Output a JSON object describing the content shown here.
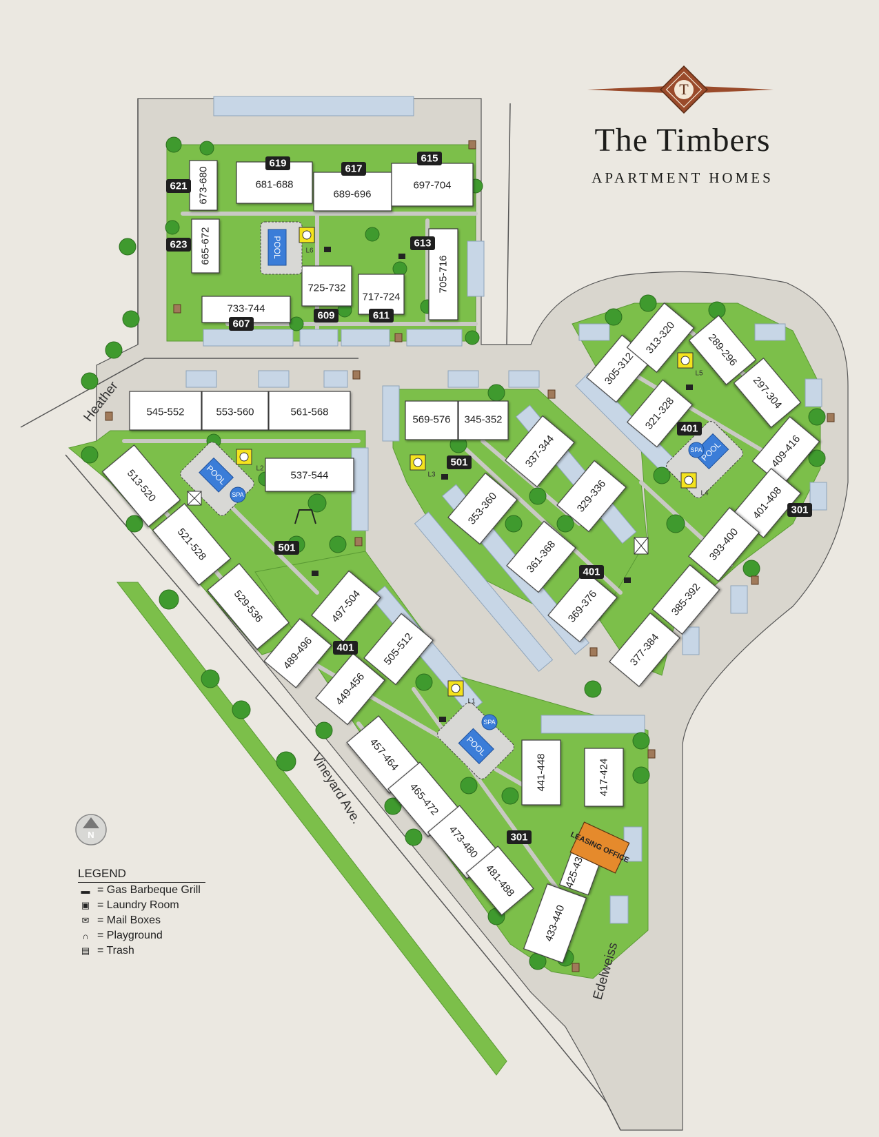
{
  "brand": {
    "title": "The Timbers",
    "subtitle": "APARTMENT HOMES",
    "logo_letter": "T"
  },
  "streets": {
    "heather": "Heather",
    "vineyard": "Vineyard Ave.",
    "edelweiss": "Edelweiss"
  },
  "buildings": [
    "673-680",
    "681-688",
    "689-696",
    "697-704",
    "665-672",
    "705-716",
    "725-732",
    "717-724",
    "733-744",
    "545-552",
    "553-560",
    "561-568",
    "537-544",
    "569-576",
    "345-352",
    "513-520",
    "521-528",
    "529-536",
    "489-496",
    "497-504",
    "505-512",
    "449-456",
    "457-464",
    "465-472",
    "473-480",
    "481-488",
    "441-448",
    "417-424",
    "425-432",
    "433-440",
    "337-344",
    "353-360",
    "329-336",
    "361-368",
    "369-376",
    "305-312",
    "313-320",
    "289-296",
    "297-304",
    "321-328",
    "409-416",
    "401-408",
    "393-400",
    "385-392",
    "377-384"
  ],
  "addresses": [
    "621",
    "619",
    "617",
    "615",
    "623",
    "613",
    "609",
    "611",
    "607",
    "501",
    "501",
    "401",
    "401",
    "401",
    "301",
    "301"
  ],
  "amenities": {
    "pool": "POOL",
    "spa": "SPA",
    "leasing_office": "LEASING OFFICE",
    "laundry_labels": [
      "L6",
      "L2",
      "L3",
      "L5",
      "L4",
      "L1"
    ]
  },
  "compass": {
    "label": "N"
  },
  "legend": {
    "title": "LEGEND",
    "items": [
      {
        "icon": "grill-icon",
        "label": "= Gas Barbeque Grill"
      },
      {
        "icon": "laundry-icon",
        "label": "= Laundry Room"
      },
      {
        "icon": "mailbox-icon",
        "label": "= Mail Boxes"
      },
      {
        "icon": "playground-icon",
        "label": "= Playground"
      },
      {
        "icon": "trash-icon",
        "label": "= Trash"
      }
    ]
  },
  "colors": {
    "grass": "#7cbf4a",
    "parking": "#c7d6e6",
    "building": "#ffffff",
    "badge": "#1f1f1f",
    "laundry": "#f4e31e",
    "leasing": "#e58a2c",
    "road": "#d9d6ce",
    "logo_accent": "#9a4a2a"
  }
}
